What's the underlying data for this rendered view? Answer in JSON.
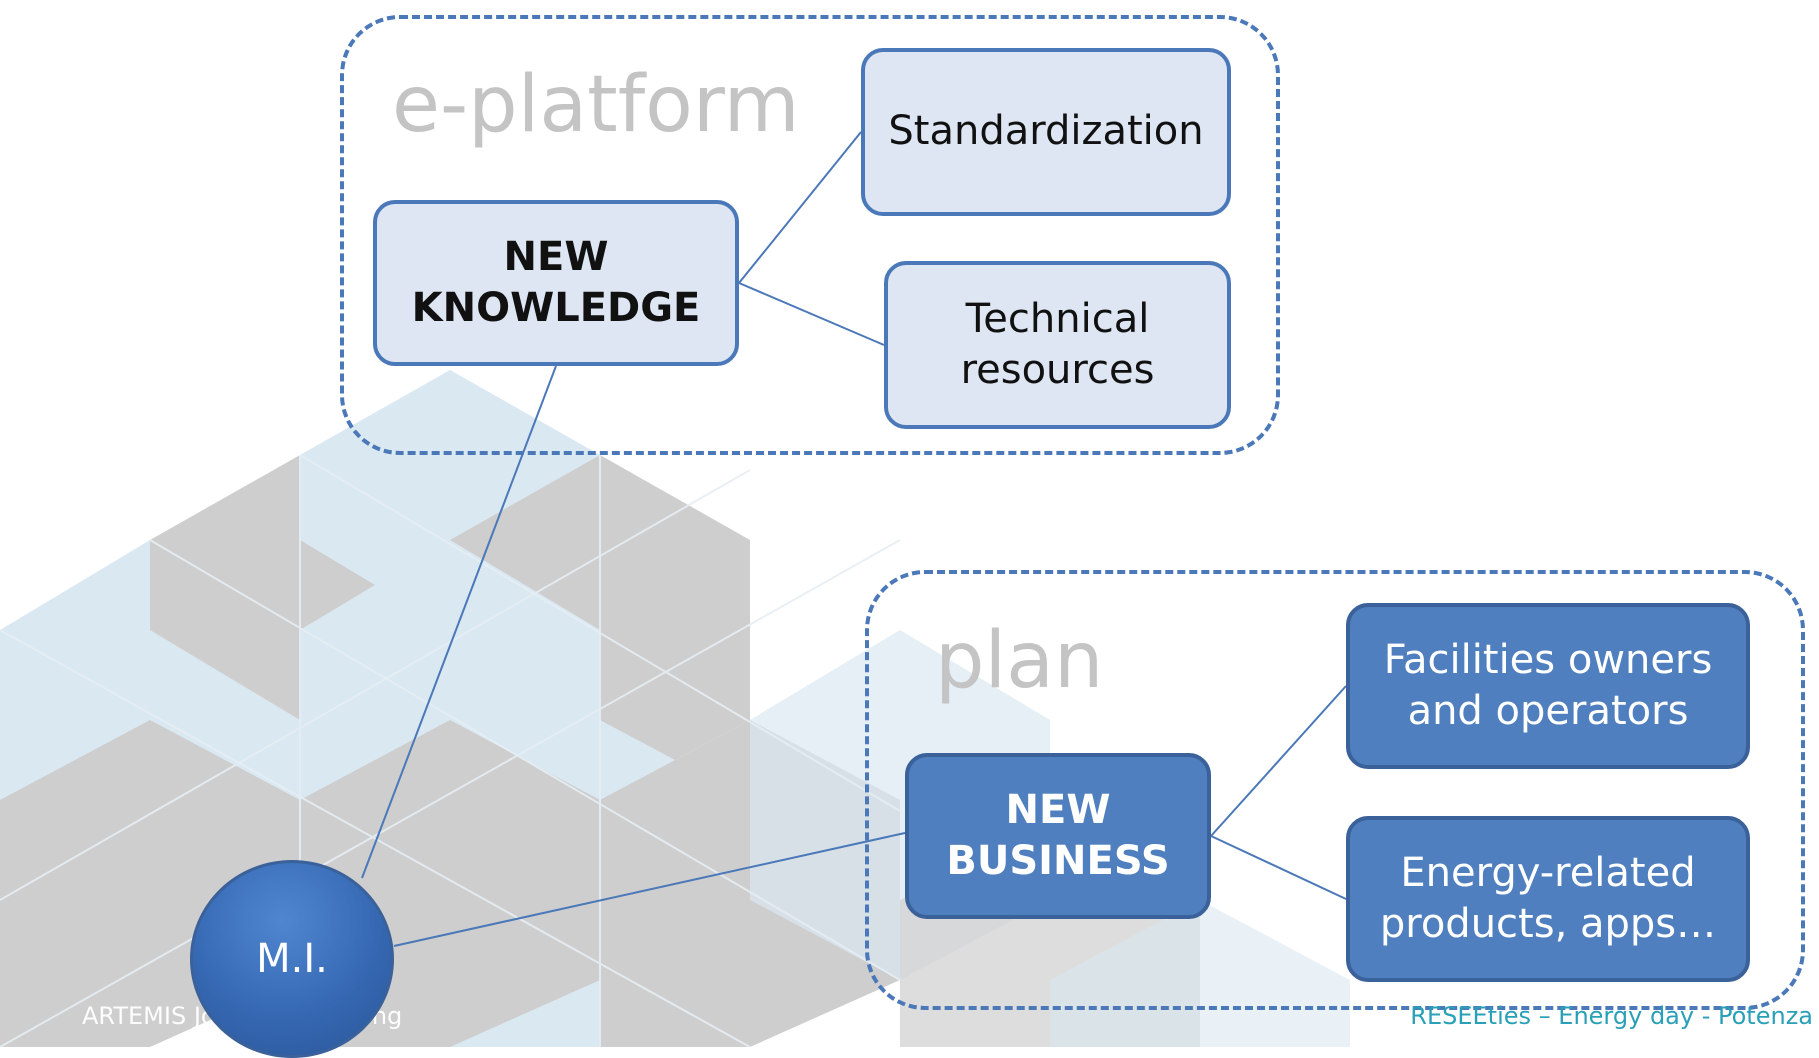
{
  "groups": {
    "eplatform_title": "e-platform",
    "plan_title": "plan"
  },
  "boxes": {
    "new_knowledge": "NEW\nKNOWLEDGE",
    "standardization": "Standardization",
    "technical_resources": "Technical\nresources",
    "new_business": "NEW\nBUSINESS",
    "facilities": "Facilities owners\nand operators",
    "energy_products": "Energy-related\nproducts, apps…"
  },
  "mi_node": "M.I.",
  "footer": {
    "left": "ARTEMIS Joint Undertaking",
    "right": "RESEEties – Energy day - Potenza"
  },
  "colors": {
    "connector": "#4a78b8",
    "light_box": "#dde6f2",
    "dark_box": "#4f7fbf",
    "group_border": "#4a78b8",
    "group_title": "#c4c4c4",
    "footer_right": "#2aa0b8"
  }
}
